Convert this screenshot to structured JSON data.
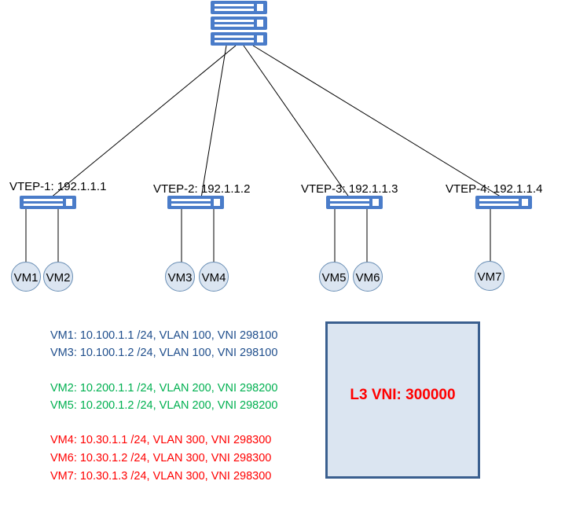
{
  "core_switch": {
    "icon": "stacked-switch-icon"
  },
  "vteps": [
    {
      "label": "VTEP-1: 192.1.1.1",
      "vms": [
        "VM1",
        "VM2"
      ]
    },
    {
      "label": "VTEP-2: 192.1.1.2",
      "vms": [
        "VM3",
        "VM4"
      ]
    },
    {
      "label": "VTEP-3: 192.1.1.3",
      "vms": [
        "VM5",
        "VM6"
      ]
    },
    {
      "label": "VTEP-4: 192.1.1.4",
      "vms": [
        "VM7"
      ]
    }
  ],
  "info_lines": [
    {
      "text": "VM1: 10.100.1.1 /24, VLAN 100, VNI 298100",
      "color": "#1f4e8c"
    },
    {
      "text": "VM3: 10.100.1.2 /24, VLAN 100, VNI 298100",
      "color": "#1f4e8c"
    },
    {
      "text": "VM2: 10.200.1.1 /24, VLAN 200, VNI 298200",
      "color": "#00b050"
    },
    {
      "text": "VM5: 10.200.1.2 /24, VLAN 200, VNI 298200",
      "color": "#00b050"
    },
    {
      "text": "VM4: 10.30.1.1 /24, VLAN 300, VNI 298300",
      "color": "#ff0000"
    },
    {
      "text": "VM6: 10.30.1.2 /24, VLAN 300, VNI 298300",
      "color": "#ff0000"
    },
    {
      "text": "VM7: 10.30.1.3 /24, VLAN 300, VNI 298300",
      "color": "#ff0000"
    }
  ],
  "l3_box": {
    "label": "L3 VNI: 300000"
  },
  "colors": {
    "switch_blue": "#4a7cc9",
    "vm_fill": "#dbe5f1",
    "vm_stroke": "#6a8fb5"
  }
}
